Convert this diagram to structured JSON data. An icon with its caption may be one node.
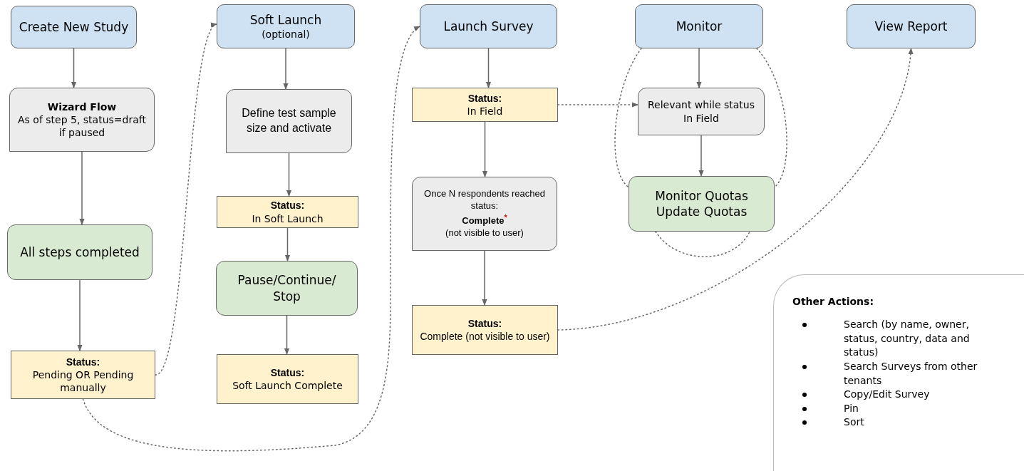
{
  "diagram": {
    "nodes": [
      {
        "text": [
          "Create New Study"
        ]
      },
      {
        "text": [
          "Wizard Flow",
          "As of step 5, status=draft if paused"
        ]
      },
      {
        "text": [
          "All steps completed"
        ]
      },
      {
        "text": [
          "Status:",
          "Pending OR Pending manually"
        ]
      },
      {
        "text": [
          "Soft Launch",
          "(optional)"
        ]
      },
      {
        "text": [
          "Define test sample size and activate"
        ]
      },
      {
        "text": [
          "Status:",
          "In Soft Launch"
        ]
      },
      {
        "text": [
          "Pause/Continue/ Stop"
        ]
      },
      {
        "text": [
          "Status:",
          "Soft Launch Complete"
        ]
      },
      {
        "text": [
          "Launch Survey"
        ]
      },
      {
        "text": [
          "Status:",
          "In Field"
        ]
      },
      {
        "text": [
          "Once N respondents reached status:",
          "Complete$^{*}$",
          "(not visible to user)"
        ]
      },
      {
        "text": [
          "Status:",
          "Complete (not visible to user)"
        ]
      },
      {
        "text": [
          "Monitor"
        ]
      },
      {
        "text": [
          "Relevant while status In Field"
        ]
      },
      {
        "text": [
          "Monitor Quotas",
          "Update Quotas"
        ]
      },
      {
        "text": [
          "View Report"
        ]
      },
      {
        "text": [
          "Other Actions:",
          "Search (by name, owner, status, country, data and status)",
          "Search Surveys from other tenants",
          "Copy/Edit Survey",
          "Pin",
          "Sort"
        ]
      }
    ],
    "edges": [
      {
        "from": 0,
        "to": 1,
        "arrow": "to"
      },
      {
        "from": 1,
        "to": 2,
        "arrow": "to"
      },
      {
        "from": 2,
        "to": 3,
        "arrow": "to"
      },
      {
        "from": 3,
        "to": 4,
        "arrow": "to",
        "style": "dashed"
      },
      {
        "from": 4,
        "to": 5,
        "arrow": "to"
      },
      {
        "from": 5,
        "to": 6,
        "arrow": "to"
      },
      {
        "from": 6,
        "to": 7,
        "arrow": "to"
      },
      {
        "from": 7,
        "to": 8,
        "arrow": "to"
      },
      {
        "from": 3,
        "to": 9,
        "arrow": "to",
        "style": "dashed"
      },
      {
        "from": 9,
        "to": 10,
        "arrow": "to"
      },
      {
        "from": 10,
        "to": 11,
        "arrow": "to"
      },
      {
        "from": 11,
        "to": 12,
        "arrow": "to"
      },
      {
        "from": 10,
        "to": 14,
        "arrow": "to",
        "style": "dashed"
      },
      {
        "from": 12,
        "to": 16,
        "arrow": "to",
        "style": "dashed"
      },
      {
        "from": 13,
        "to": 14,
        "arrow": "to"
      },
      {
        "from": 14,
        "to": 15,
        "arrow": "to"
      },
      {
        "from": 13,
        "to": 15,
        "arrow": "none",
        "style": "dashed"
      },
      {
        "from": 13,
        "to": 15,
        "arrow": "none",
        "style": "dashed"
      }
    ]
  }
}
